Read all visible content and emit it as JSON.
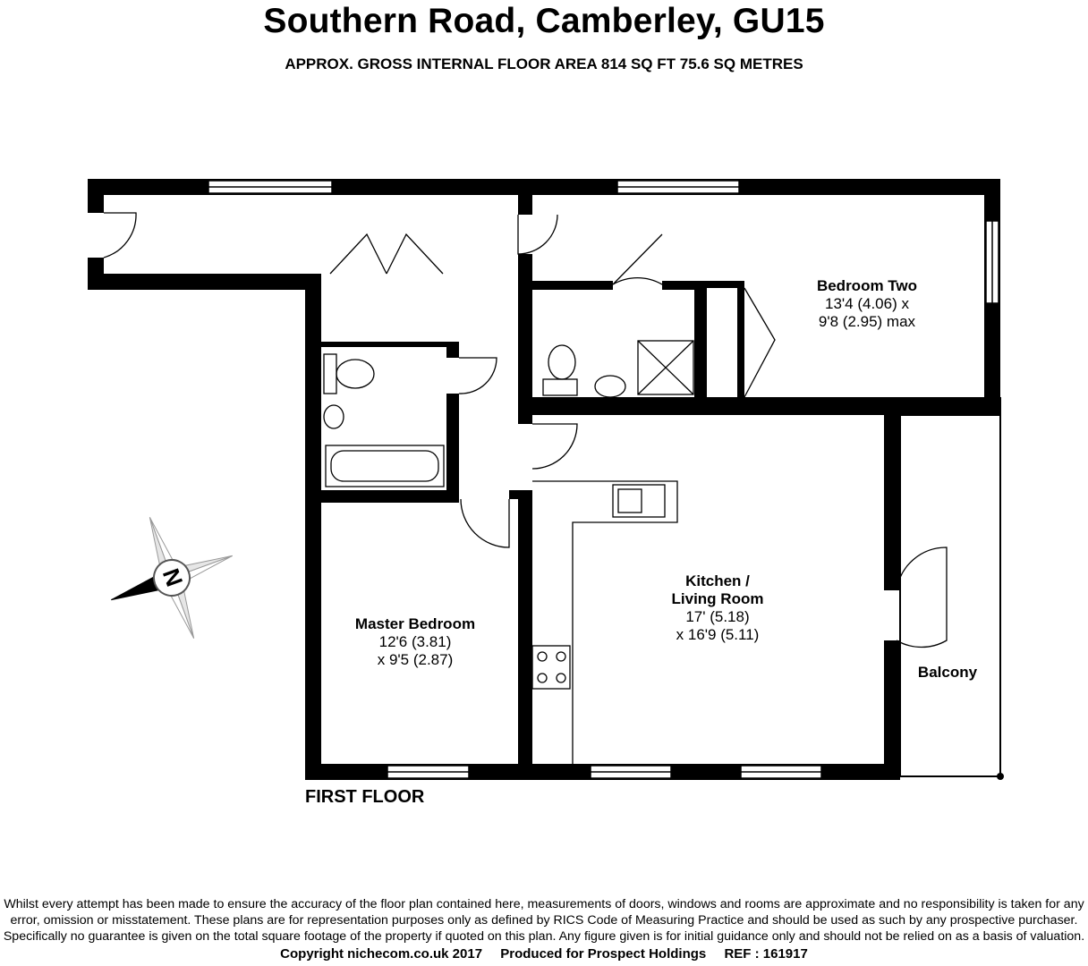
{
  "header": {
    "title": "Southern Road, Camberley, GU15",
    "subtitle": "APPROX. GROSS INTERNAL FLOOR AREA 814 SQ FT 75.6 SQ METRES"
  },
  "floor_label": "FIRST FLOOR",
  "rooms": {
    "bedroom_two": {
      "name": "Bedroom Two",
      "dim1": "13'4 (4.06) x",
      "dim2": "9'8 (2.95) max"
    },
    "kitchen": {
      "name1": "Kitchen /",
      "name2": "Living Room",
      "dim1": "17' (5.18)",
      "dim2": "x 16'9 (5.11)"
    },
    "master_bedroom": {
      "name": "Master Bedroom",
      "dim1": "12'6 (3.81)",
      "dim2": "x 9'5 (2.87)"
    },
    "balcony": {
      "name": "Balcony"
    }
  },
  "compass": {
    "label": "N"
  },
  "disclaimer": {
    "line1": "Whilst every attempt has been made to ensure the accuracy of the floor plan contained here, measurements of doors, windows and rooms are approximate and no responsibility is taken for any",
    "line2": "error, omission or misstatement. These plans are for representation purposes only as defined by RICS Code of Measuring Practice and should be used as such by any prospective purchaser.",
    "line3": "Specifically no guarantee is given on the total square footage of the property if quoted on this plan. Any figure given is for initial guidance only and should not be relied on as a basis of valuation."
  },
  "footer": {
    "copyright": "Copyright nichecom.co.uk 2017",
    "produced": "Produced for Prospect Holdings",
    "ref": "REF : 161917"
  }
}
